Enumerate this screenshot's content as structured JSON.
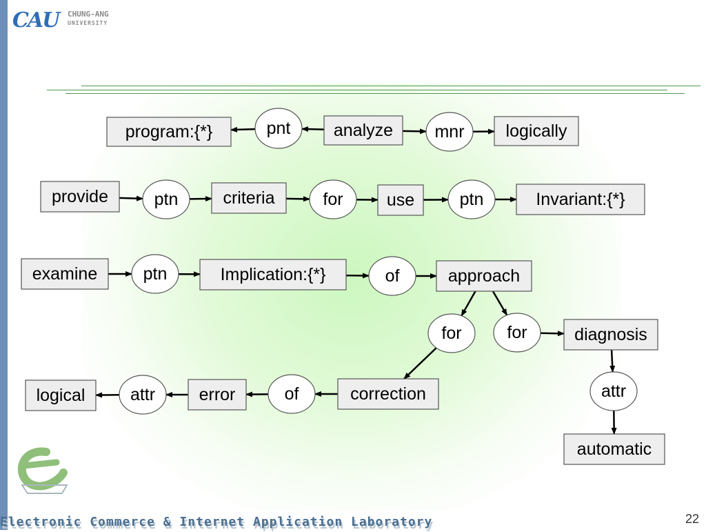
{
  "header": {
    "logo_mark": "CAU",
    "university_line1": "CHUNG-ANG",
    "university_line2": "UNIVERSITY"
  },
  "diagram": {
    "nodes": [
      {
        "id": "program",
        "label": "program:{*}",
        "shape": "box"
      },
      {
        "id": "pnt",
        "label": "pnt",
        "shape": "ellipse"
      },
      {
        "id": "analyze",
        "label": "analyze",
        "shape": "box"
      },
      {
        "id": "mnr",
        "label": "mnr",
        "shape": "ellipse"
      },
      {
        "id": "logically",
        "label": "logically",
        "shape": "box"
      },
      {
        "id": "provide",
        "label": "provide",
        "shape": "box"
      },
      {
        "id": "ptn1",
        "label": "ptn",
        "shape": "ellipse"
      },
      {
        "id": "criteria",
        "label": "criteria",
        "shape": "box"
      },
      {
        "id": "for1",
        "label": "for",
        "shape": "ellipse"
      },
      {
        "id": "use",
        "label": "use",
        "shape": "box"
      },
      {
        "id": "ptn2",
        "label": "ptn",
        "shape": "ellipse"
      },
      {
        "id": "invariant",
        "label": "Invariant:{*}",
        "shape": "box"
      },
      {
        "id": "examine",
        "label": "examine",
        "shape": "box"
      },
      {
        "id": "ptn3",
        "label": "ptn",
        "shape": "ellipse"
      },
      {
        "id": "implication",
        "label": "Implication:{*}",
        "shape": "box"
      },
      {
        "id": "of1",
        "label": "of",
        "shape": "ellipse"
      },
      {
        "id": "approach",
        "label": "approach",
        "shape": "box"
      },
      {
        "id": "for2",
        "label": "for",
        "shape": "ellipse"
      },
      {
        "id": "for3",
        "label": "for",
        "shape": "ellipse"
      },
      {
        "id": "diagnosis",
        "label": "diagnosis",
        "shape": "box"
      },
      {
        "id": "attr1",
        "label": "attr",
        "shape": "ellipse"
      },
      {
        "id": "automatic",
        "label": "automatic",
        "shape": "box"
      },
      {
        "id": "correction",
        "label": "correction",
        "shape": "box"
      },
      {
        "id": "of2",
        "label": "of",
        "shape": "ellipse"
      },
      {
        "id": "error",
        "label": "error",
        "shape": "box"
      },
      {
        "id": "attr2",
        "label": "attr",
        "shape": "ellipse"
      },
      {
        "id": "logical",
        "label": "logical",
        "shape": "box"
      }
    ],
    "edges": [
      [
        "pnt",
        "program"
      ],
      [
        "analyze",
        "pnt"
      ],
      [
        "analyze",
        "mnr"
      ],
      [
        "mnr",
        "logically"
      ],
      [
        "provide",
        "ptn1"
      ],
      [
        "ptn1",
        "criteria"
      ],
      [
        "criteria",
        "for1"
      ],
      [
        "for1",
        "use"
      ],
      [
        "use",
        "ptn2"
      ],
      [
        "ptn2",
        "invariant"
      ],
      [
        "examine",
        "ptn3"
      ],
      [
        "ptn3",
        "implication"
      ],
      [
        "implication",
        "of1"
      ],
      [
        "of1",
        "approach"
      ],
      [
        "approach",
        "for2"
      ],
      [
        "approach",
        "for3"
      ],
      [
        "for3",
        "diagnosis"
      ],
      [
        "diagnosis",
        "attr1"
      ],
      [
        "attr1",
        "automatic"
      ],
      [
        "for2",
        "correction"
      ],
      [
        "correction",
        "of2"
      ],
      [
        "of2",
        "error"
      ],
      [
        "error",
        "attr2"
      ],
      [
        "attr2",
        "logical"
      ]
    ]
  },
  "footer": {
    "lab_name": "Electronic Commerce & Internet Application Laboratory",
    "page_number": "22"
  }
}
